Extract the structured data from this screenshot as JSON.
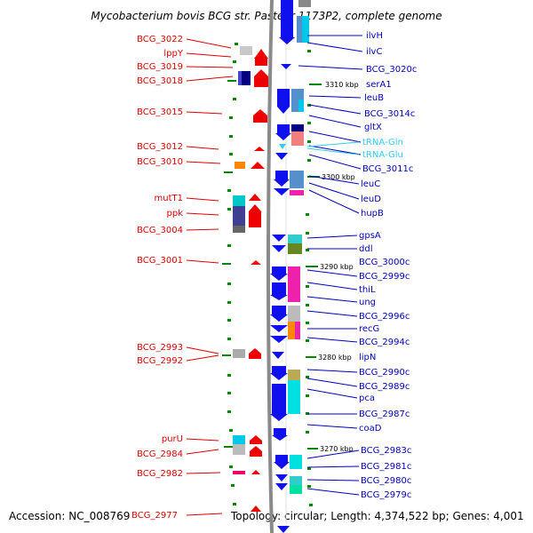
{
  "title": "Mycobacterium bovis BCG str. Pasteur 1173P2, complete genome",
  "accession": "Accession: NC_008769",
  "topology": "Topology: circular; Length: 4,374,522 bp; Genes: 4,001",
  "colors": {
    "left_label": "#e00000",
    "right_label": "#0000bb",
    "rna_label": "#33ccee",
    "forward_gene": "#ee0000",
    "reverse_gene": "#1010ee",
    "backbone": "#888888",
    "tick": "#008800"
  },
  "kbp_markers": [
    "3310 kbp",
    "3300 kbp",
    "3290 kbp",
    "3280 kbp",
    "3270 kbp"
  ],
  "left_genes": [
    "BCG_3022",
    "lppY",
    "BCG_3019",
    "BCG_3018",
    "BCG_3015",
    "BCG_3012",
    "BCG_3010",
    "mutT1",
    "ppk",
    "BCG_3004",
    "BCG_3001",
    "BCG_2993",
    "BCG_2992",
    "purU",
    "BCG_2984",
    "BCG_2982",
    "BCG_2977"
  ],
  "right_genes": [
    "ilvH",
    "ilvC",
    "BCG_3020c",
    "serA1",
    "leuB",
    "BCG_3014c",
    "gltX",
    "tRNA-Gln",
    "tRNA-Glu",
    "BCG_3011c",
    "leuC",
    "leuD",
    "hupB",
    "gpsA",
    "ddl",
    "BCG_3000c",
    "BCG_2999c",
    "thiL",
    "ung",
    "BCG_2996c",
    "recG",
    "BCG_2994c",
    "lipN",
    "BCG_2990c",
    "BCG_2989c",
    "pca",
    "BCG_2987c",
    "coaD",
    "BCG_2983c",
    "BCG_2981c",
    "BCG_2980c",
    "BCG_2979c"
  ],
  "rna_genes": [
    "tRNA-Gln",
    "tRNA-Glu"
  ]
}
